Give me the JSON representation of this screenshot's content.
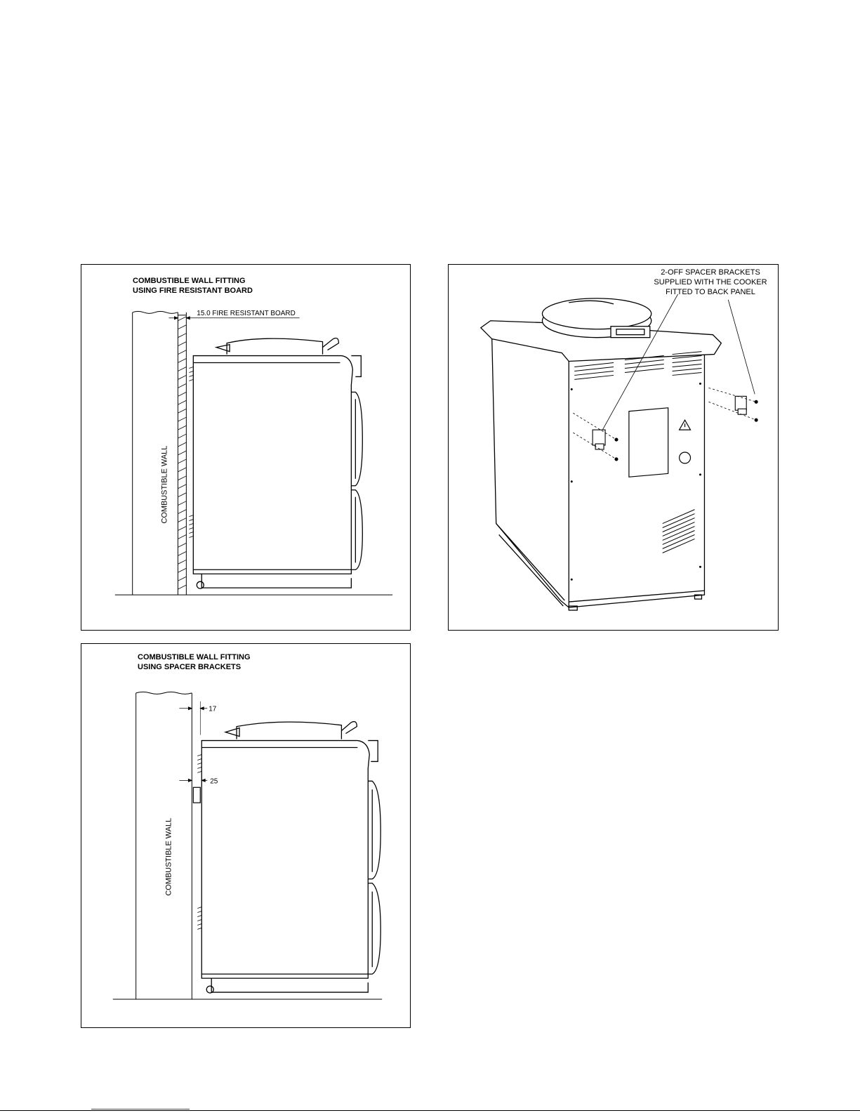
{
  "figure_a": {
    "title_line1": "COMBUSTIBLE WALL FITTING",
    "title_line2": "USING FIRE RESISTANT BOARD",
    "wall_label": "COMBUSTIBLE WALL",
    "board_label": "15.0 FIRE RESISTANT BOARD"
  },
  "figure_b": {
    "callout_line1": "2-OFF SPACER BRACKETS",
    "callout_line2": "SUPPLIED WITH THE COOKER",
    "callout_line3": "FITTED TO BACK PANEL"
  },
  "figure_c": {
    "title_line1": "COMBUSTIBLE WALL FITTING",
    "title_line2": "USING SPACER BRACKETS",
    "wall_label": "COMBUSTIBLE WALL",
    "dim_top": "17",
    "dim_bracket": "25"
  }
}
